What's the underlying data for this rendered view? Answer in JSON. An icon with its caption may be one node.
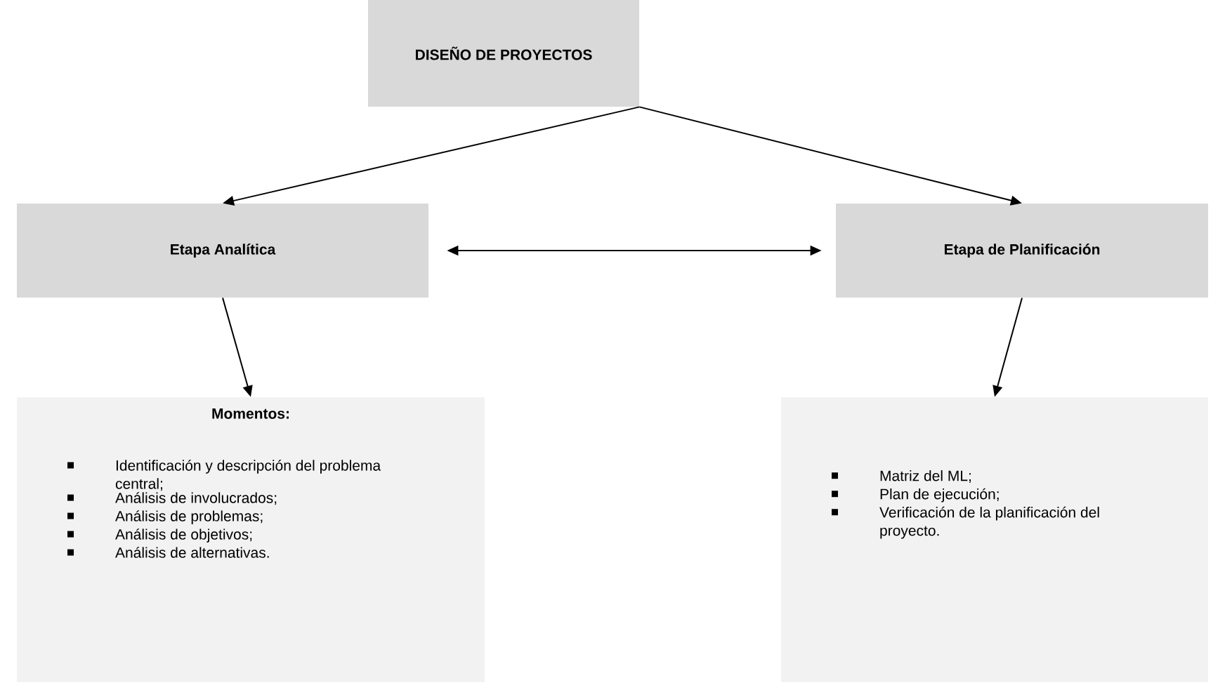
{
  "diagram": {
    "nodes": [
      {
        "text": [
          "DISEÑO DE PROYECTOS"
        ]
      },
      {
        "text": [
          "Etapa Analítica"
        ]
      },
      {
        "text": [
          "Etapa de Planificación"
        ]
      },
      {
        "text": [
          "Momentos:",
          "Identificación y descripción del problema central;",
          "Análisis de involucrados;",
          "Análisis de problemas;",
          "Análisis de objetivos;",
          "Análisis de alternativas."
        ]
      },
      {
        "text": [
          "Matriz del ML;",
          "Plan de ejecución;",
          "Verificación de la planificación del proyecto."
        ]
      }
    ],
    "edges": [
      {
        "from": 0,
        "to": 1,
        "arrow": "to"
      },
      {
        "from": 0,
        "to": 2,
        "arrow": "to"
      },
      {
        "from": 1,
        "to": 2,
        "arrow": "both"
      },
      {
        "from": 1,
        "to": 3,
        "arrow": "to"
      },
      {
        "from": 2,
        "to": 4,
        "arrow": "to"
      }
    ]
  }
}
